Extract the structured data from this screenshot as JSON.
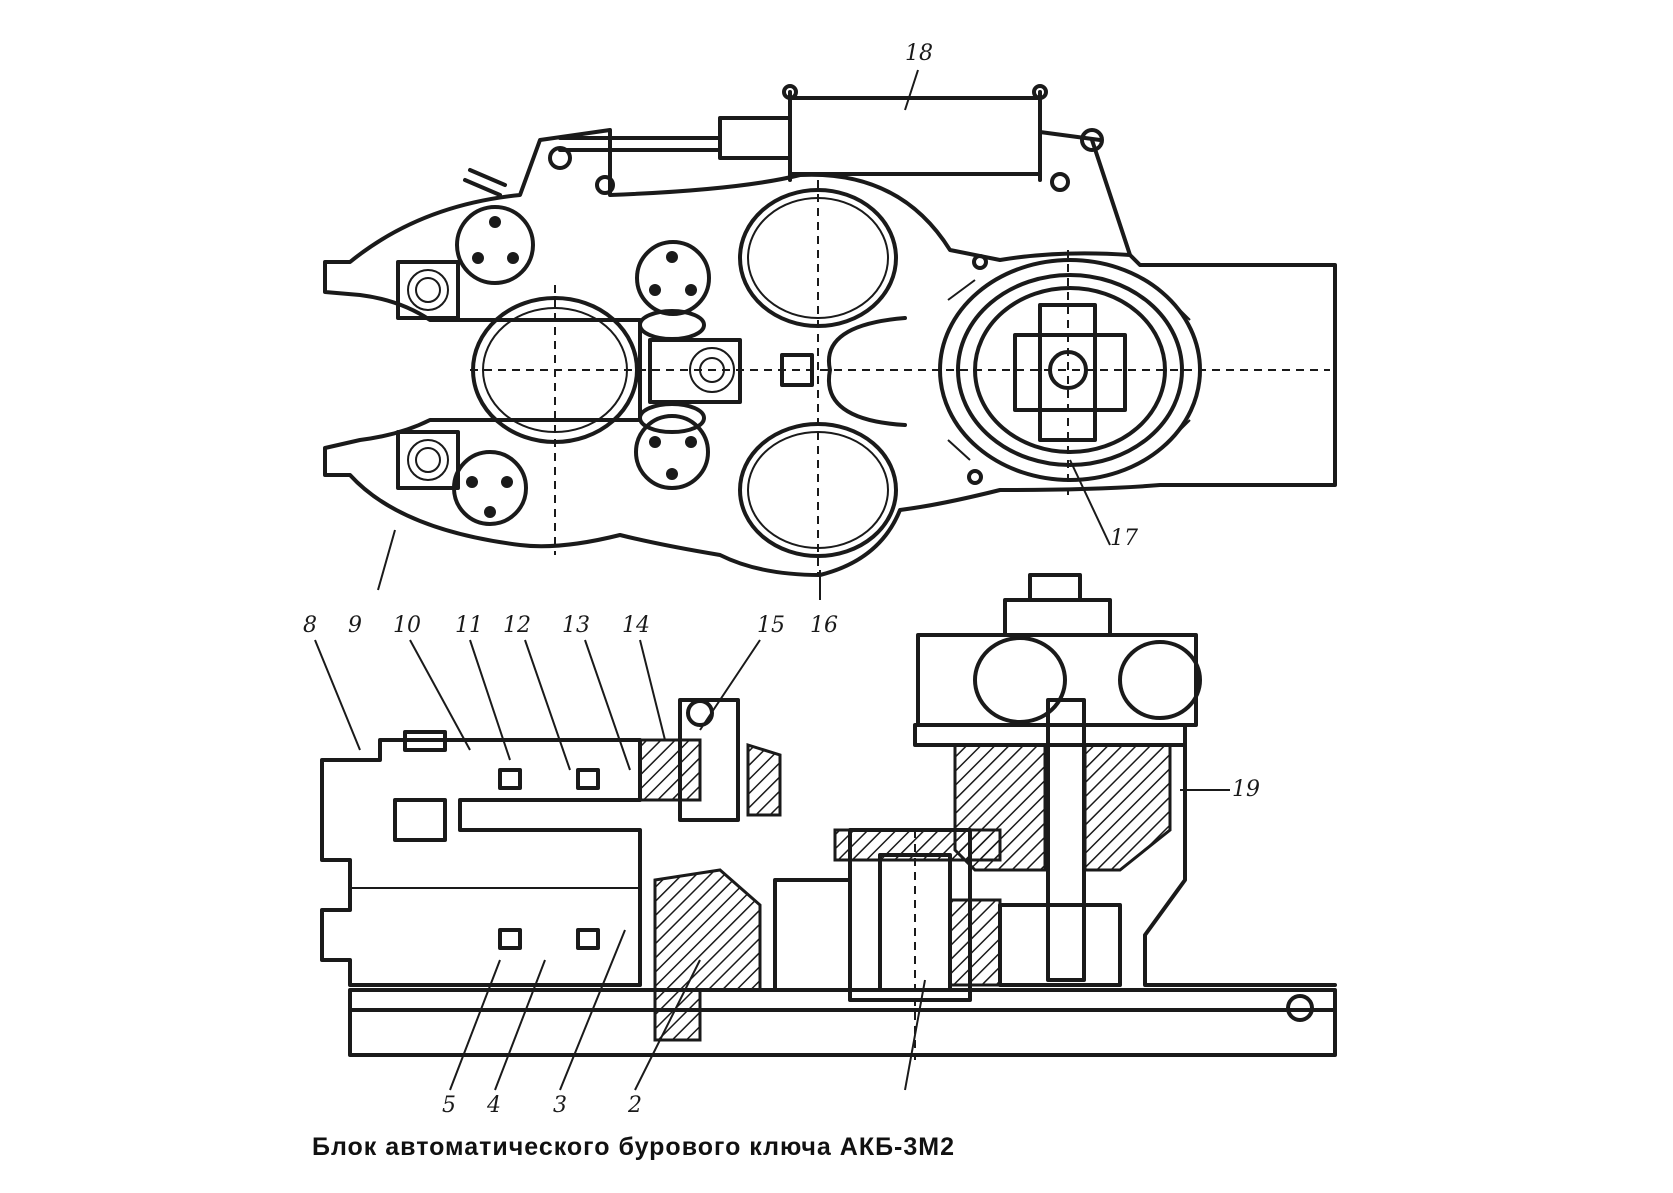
{
  "caption": "Блок автоматического бурового ключа АКБ-3М2",
  "labels": {
    "l18": "18",
    "l17": "17",
    "l19": "19",
    "l8": "8",
    "l9": "9",
    "l10": "10",
    "l11": "11",
    "l12": "12",
    "l13": "13",
    "l14": "14",
    "l15": "15",
    "l16": "16",
    "l5": "5",
    "l4": "4",
    "l3": "3",
    "l2": "2"
  }
}
